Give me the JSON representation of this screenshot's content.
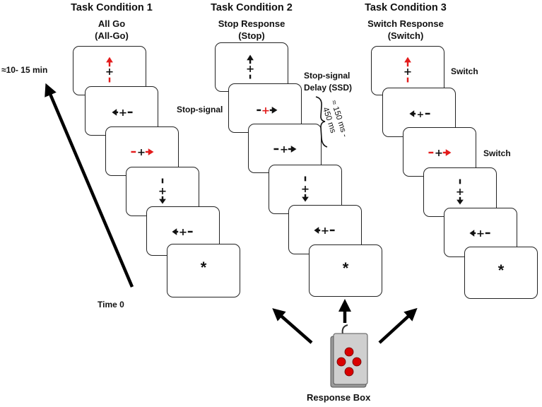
{
  "conditions": [
    {
      "title": "Task Condition 1",
      "subtitle": "All Go",
      "abbrev": "(All-Go)"
    },
    {
      "title": "Task Condition 2",
      "subtitle": "Stop Response",
      "abbrev": "(Stop)"
    },
    {
      "title": "Task Condition 3",
      "subtitle": "Switch Response",
      "abbrev": "(Switch)"
    }
  ],
  "time": {
    "duration": "≈10- 15 min",
    "start": "Time 0"
  },
  "labels": {
    "stop_signal": "Stop-signal",
    "ssd_line1": "Stop-signal",
    "ssd_line2": "Delay (SSD)",
    "ssd_range_line1": "≈ 150 ms -",
    "ssd_range_line2": "450 ms",
    "switch_1": "Switch",
    "switch_2": "Switch",
    "response_box": "Response Box"
  },
  "fixation_symbol": "*",
  "colors": {
    "signal": "#e31c1c",
    "ink": "#111111",
    "button": "#d90000",
    "box": "#c8c8c8"
  }
}
